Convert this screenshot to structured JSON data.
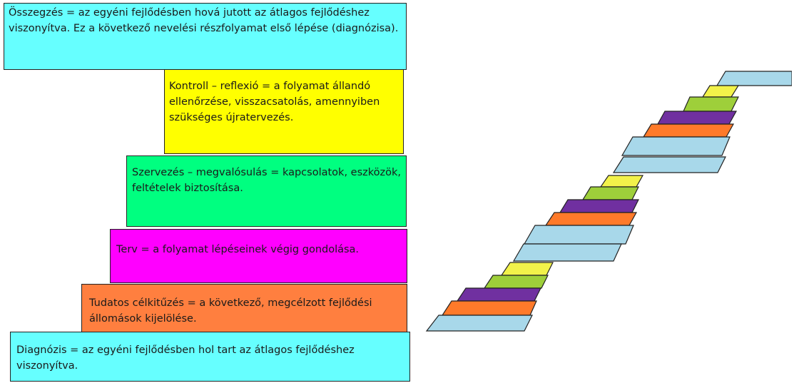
{
  "boxes": {
    "osszegzes": "Összegzés = az egyéni fejlődésben hová jutott az átlagos fejlődéshez viszonyítva. Ez a következő nevelési részfolyamat első lépése (diagnózisa).",
    "kontroll": "Kontroll – reflexió = a folyamat állandó ellenőrzése, visszacsatolás, amennyiben szükséges újratervezés.",
    "szervezes": "Szervezés – megvalósulás = kapcsolatok, eszközök, feltételek biztosítása.",
    "terv": "Terv = a folyamat lépéseinek végig gondolása.",
    "tudatos": "Tudatos célkitűzés = a következő, megcélzott fejlődési állomások kijelölése.",
    "diagnozis": "Diagnózis = az egyéni fejlődésben hol tart az átlagos fejlődéshez viszonyítva."
  },
  "colors": {
    "cyan": "#66ffff",
    "yellow": "#ffff00",
    "green": "#00ff80",
    "magenta": "#ff00ff",
    "orange": "#ff7f3f",
    "light_blue": "#a8d8ea",
    "stair_yellow": "#f2f24a",
    "stair_green": "#9ecf3a",
    "stair_purple": "#7030a0",
    "stair_orange": "#ff7a2a"
  }
}
